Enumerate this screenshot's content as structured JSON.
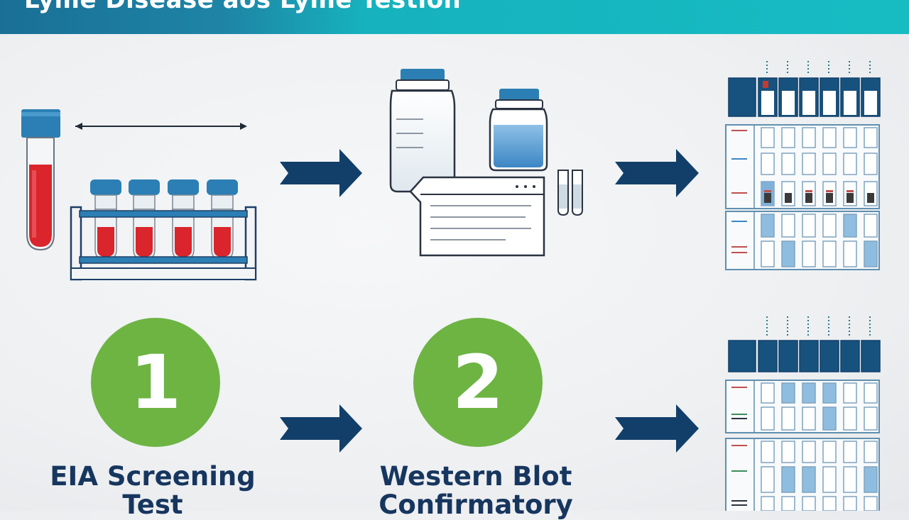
{
  "banner": {
    "title": "Lyme Disease aos Lyme Testion"
  },
  "steps": [
    {
      "number": "1",
      "label": "EIA Screening Test"
    },
    {
      "number": "2",
      "label": "Western Blot Confirmatory"
    }
  ],
  "colors": {
    "banner_dark": "#1a6f96",
    "banner_light": "#17bcc3",
    "navy": "#17365f",
    "arrow": "#123f69",
    "step_green": "#6db443",
    "blood_red": "#d9252b",
    "cap_blue": "#2b7fb4"
  },
  "icons": {
    "blood_tube": "blood-tube-icon",
    "tube_rack": "tube-rack-icon",
    "reagent_bottles": "reagent-bottles-icon",
    "test_strip": "test-strip-icon",
    "arrow": "arrow-right-icon",
    "western_blot": "western-blot-grid-icon"
  }
}
